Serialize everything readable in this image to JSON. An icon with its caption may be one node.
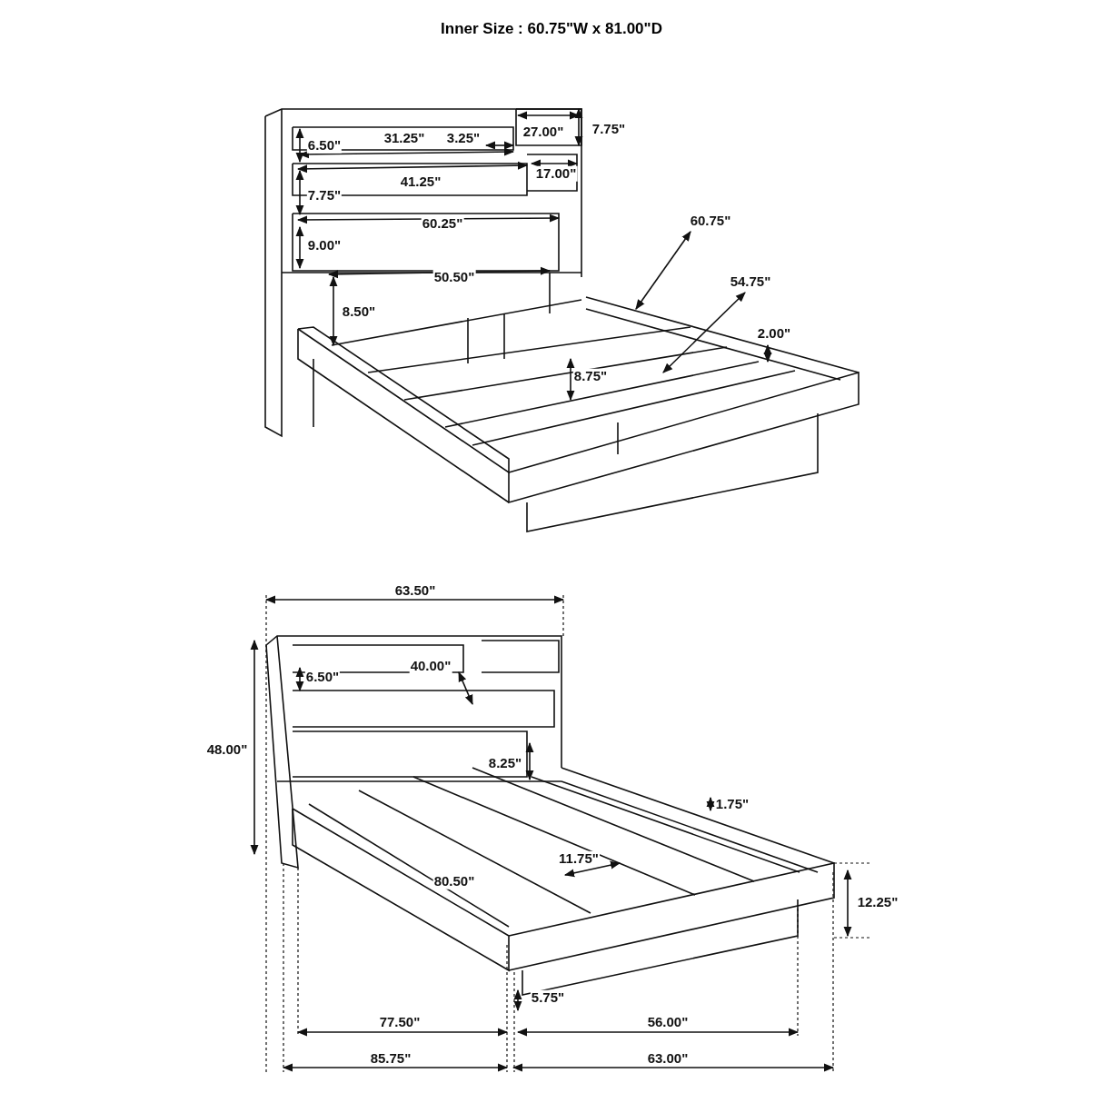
{
  "diagram": {
    "title": "Inner Size : 60.75\"W x 81.00\"D",
    "labels": [
      "7.75\"",
      "6.50\"",
      "31.25\"",
      "3.25\"",
      "27.00\"",
      "17.00\"",
      "41.25\"",
      "7.75\"",
      "60.25\"",
      "60.75\"",
      "9.00\"",
      "50.50\"",
      "54.75\"",
      "8.50\"",
      "2.00\"",
      "8.75\"",
      "63.50\"",
      "6.50\"",
      "40.00\"",
      "48.00\"",
      "8.25\"",
      "1.75\"",
      "11.75\"",
      "80.50\"",
      "12.25\"",
      "5.75\"",
      "77.50\"",
      "56.00\"",
      "85.75\"",
      "63.00\""
    ]
  }
}
